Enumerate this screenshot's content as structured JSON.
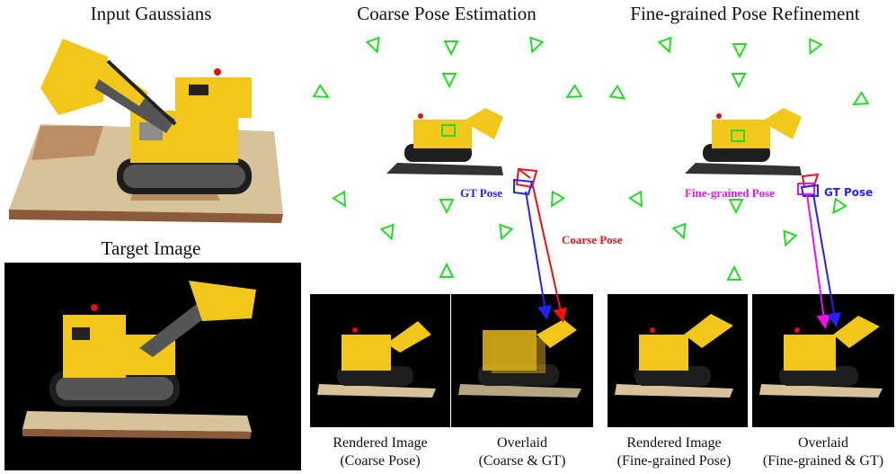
{
  "titles": {
    "input_gaussians": "Input Gaussians",
    "coarse_pose_estimation": "Coarse Pose Estimation",
    "fine_pose_refinement": "Fine-grained Pose Refinement",
    "target_image": "Target Image"
  },
  "pose_labels": {
    "gt_pose_coarse": "GT Pose",
    "coarse_pose": "Coarse Pose",
    "fine_grained_pose": "Fine-grained Pose",
    "gt_pose_fine": "GT Pose"
  },
  "captions": {
    "rendered_coarse": {
      "line1": "Rendered Image",
      "line2": "(Coarse Pose)"
    },
    "overlaid_coarse": {
      "line1": "Overlaid",
      "line2": "(Coarse & GT)"
    },
    "rendered_fine": {
      "line1": "Rendered Image",
      "line2": "(Fine-grained Pose)"
    },
    "overlaid_fine": {
      "line1": "Overlaid",
      "line2": "(Fine-grained & GT)"
    }
  },
  "colors": {
    "camera": "#22dd22",
    "gt_pose": "#2222ff",
    "coarse_pose": "#ee1111",
    "fine_pose": "#ee11ee",
    "lego_yellow": "#f2c61b",
    "lego_dark": "#222222",
    "baseplate": "#d8c29a"
  }
}
